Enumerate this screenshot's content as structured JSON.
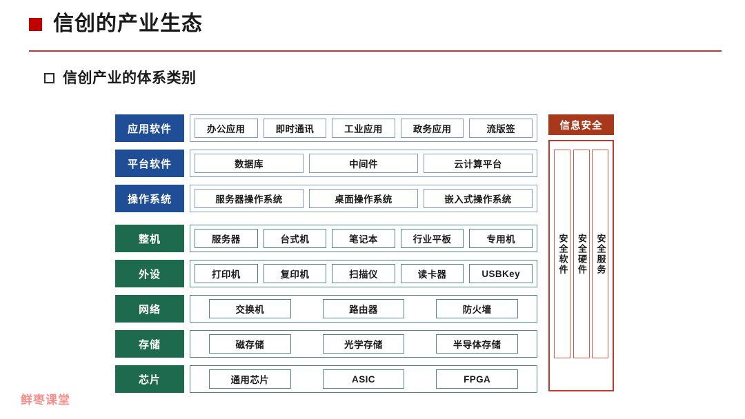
{
  "slide": {
    "title": "信创的产业生态",
    "subtitle": "信创产业的体系类别",
    "watermark": "鲜枣课堂",
    "accent_red": "#C00000",
    "rule_red": "#C0392B",
    "blue": "#1F4E96",
    "green": "#1E6A4E",
    "security_red": "#A8381C"
  },
  "stack": {
    "rows": [
      {
        "label": "应用软件",
        "color": "blue",
        "layout": "full",
        "items": [
          "办公应用",
          "即时通讯",
          "工业应用",
          "政务应用",
          "流版签"
        ]
      },
      {
        "label": "平台软件",
        "color": "blue",
        "layout": "full",
        "items": [
          "数据库",
          "中间件",
          "云计算平台"
        ]
      },
      {
        "label": "操作系统",
        "color": "blue",
        "layout": "full",
        "items": [
          "服务器操作系统",
          "桌面操作系统",
          "嵌入式操作系统"
        ]
      },
      {
        "label": "整机",
        "color": "green",
        "layout": "full",
        "items": [
          "服务器",
          "台式机",
          "笔记本",
          "行业平板",
          "专用机"
        ]
      },
      {
        "label": "外设",
        "color": "green",
        "layout": "full",
        "items": [
          "打印机",
          "复印机",
          "扫描仪",
          "读卡器",
          "USBKey"
        ]
      },
      {
        "label": "网络",
        "color": "green",
        "layout": "inset",
        "items": [
          "交换机",
          "路由器",
          "防火墙"
        ]
      },
      {
        "label": "存储",
        "color": "green",
        "layout": "inset",
        "items": [
          "磁存储",
          "光学存储",
          "半导体存储"
        ]
      },
      {
        "label": "芯片",
        "color": "green",
        "layout": "inset",
        "items": [
          "通用芯片",
          "ASIC",
          "FPGA"
        ]
      }
    ]
  },
  "security": {
    "header": "信息安全",
    "columns": [
      "安全软件",
      "安全硬件",
      "安全服务"
    ]
  }
}
